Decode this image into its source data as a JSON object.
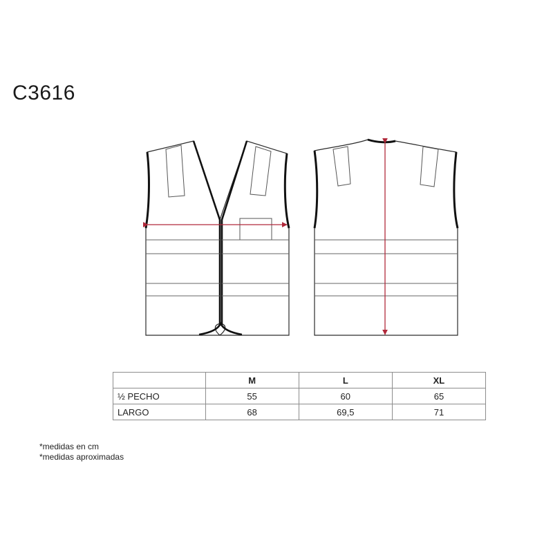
{
  "product_code": "C3616",
  "size_table": {
    "headers": [
      "M",
      "L",
      "XL"
    ],
    "rows": [
      {
        "label": "½  PECHO",
        "values": [
          "55",
          "60",
          "65"
        ]
      },
      {
        "label": "LARGO",
        "values": [
          "68",
          "69,5",
          "71"
        ]
      }
    ]
  },
  "notes": [
    "*medidas en cm",
    "*medidas aproximadas"
  ],
  "colors": {
    "outline": "#1a1a1a",
    "measure_arrow": "#b0283a"
  }
}
